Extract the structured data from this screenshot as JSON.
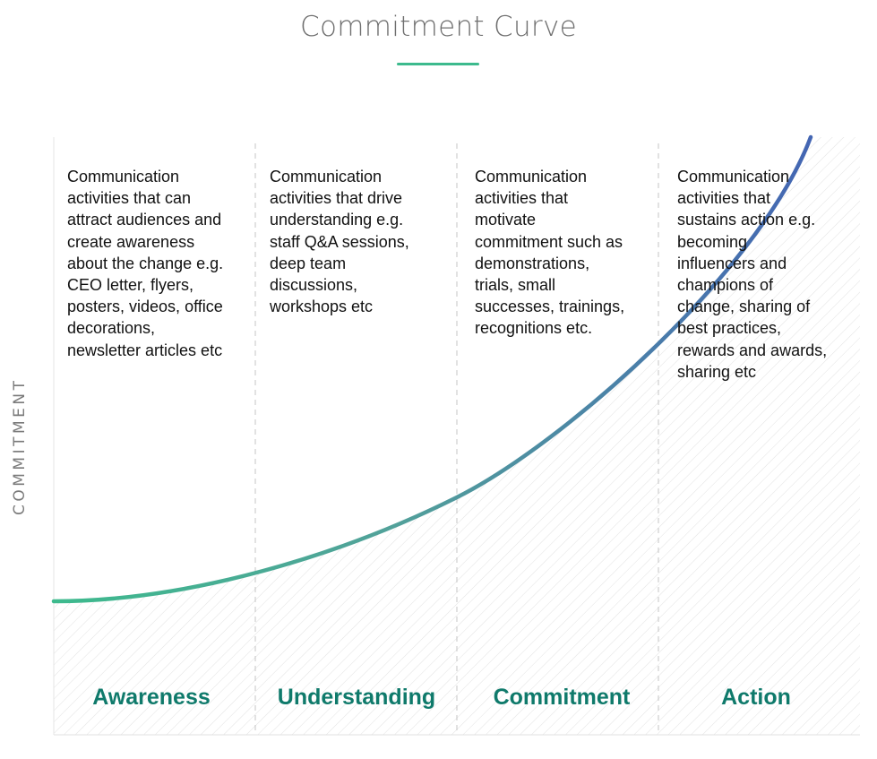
{
  "title": "Commitment Curve",
  "y_axis_label": "COMMITMENT",
  "colors": {
    "title": "#6f6f6f",
    "title_underline": "#3dba8d",
    "stage_label": "#0f7a6b",
    "curve_start": "#3dba8d",
    "curve_end": "#4466b3",
    "hatch": "#e2e2e2",
    "divider": "#c4c4c4"
  },
  "stages": [
    {
      "label": "Awareness",
      "description_lines": [
        "Communication",
        "activities that can",
        "attract audiences and",
        "create awareness",
        "about the change e.g.",
        "CEO letter, flyers,",
        "posters, videos, office",
        "decorations,",
        "newsletter articles etc"
      ]
    },
    {
      "label": "Understanding",
      "description_lines": [
        "Communication",
        "activities that drive",
        "understanding e.g.",
        "staff Q&A sessions,",
        "deep team",
        "discussions,",
        "workshops etc"
      ]
    },
    {
      "label": "Commitment",
      "description_lines": [
        "Communication",
        "activities that",
        "motivate",
        "commitment such as",
        "demonstrations,",
        "trials, small",
        "successes, trainings,",
        "recognitions etc."
      ]
    },
    {
      "label": "Action",
      "description_lines": [
        "Communication",
        "activities that",
        "sustains action e.g.",
        "becoming",
        "influencers and",
        "champions of",
        "change, sharing of",
        "best practices,",
        "rewards and awards,",
        "sharing etc"
      ]
    }
  ]
}
